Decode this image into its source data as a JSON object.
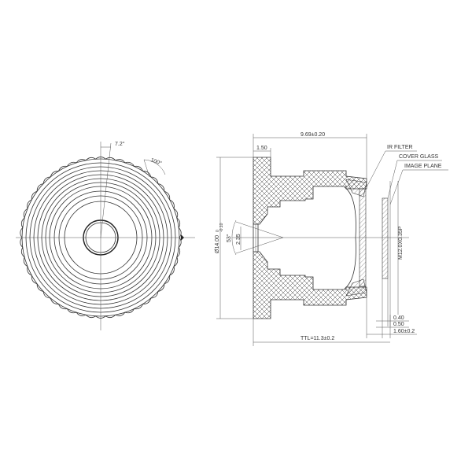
{
  "front_view": {
    "angle_pitch_label": "7.2°",
    "angle_sector_label": "100°"
  },
  "section_view": {
    "dim_length_label": "9.69±0.20",
    "dim_flange_label": "1.50",
    "dim_diameter_label": "Ø14.00",
    "dim_diameter_tol_upper": "0",
    "dim_diameter_tol_lower": "-0.10",
    "dim_fov_label": "53°",
    "dim_aperture_label": "2.35",
    "thread_label": "M12.0X0.35P",
    "callouts": [
      {
        "label": "IR FILTER"
      },
      {
        "label": "COVER GLASS"
      },
      {
        "label": "IMAGE PLANE"
      }
    ],
    "dim_040_label": "0.40",
    "dim_050_label": "0.50",
    "dim_160_label": "1.60±0.2",
    "ttl_label": "TTL=11.3±0.2"
  },
  "colors": {
    "line": "#333333",
    "background": "#ffffff"
  }
}
